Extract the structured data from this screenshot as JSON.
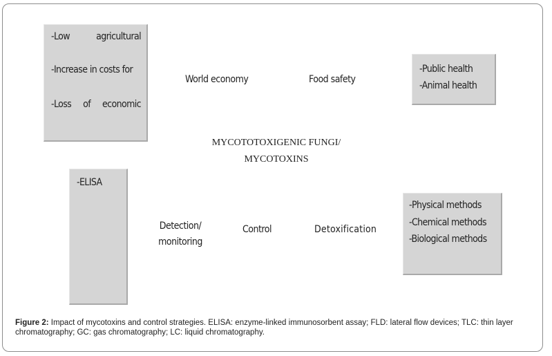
{
  "box_top_left": {
    "line1_word1": "-Low",
    "line1_word2": "agricultural",
    "line2": "-Increase in costs for",
    "line3_word1": "-Loss",
    "line3_word2": "of",
    "line3_word3": "economic"
  },
  "box_top_right": {
    "line1": "-Public health",
    "line2": "-Animal health"
  },
  "box_bottom_left": {
    "line1": "-ELISA"
  },
  "box_bottom_right": {
    "line1": "-Physical methods",
    "line2": "-Chemical methods",
    "line3": "-Biological methods"
  },
  "labels": {
    "world_economy": "World economy",
    "food_safety": "Food safety",
    "detection_line1": "Detection/",
    "detection_line2": "monitoring",
    "control": "Control",
    "detoxification": "Detoxification"
  },
  "center": {
    "line1": "MYCOTOTOXIGENIC FUNGI/",
    "line2": "MYCOTOXINS"
  },
  "caption": {
    "label": "Figure 2:",
    "text": " Impact of mycotoxins and control strategies. ELISA: enzyme-linked immunosorbent assay; FLD: lateral flow devices; TLC: thin layer chromatography; GC: gas chromatography; LC: liquid chromatography."
  }
}
